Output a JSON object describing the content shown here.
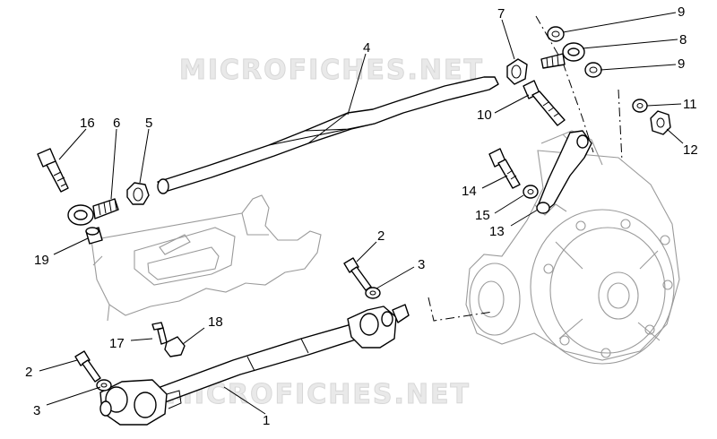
{
  "watermark": {
    "text_top": "MICROFICHES.NET",
    "text_bottom": "MICROFICHES.NET"
  },
  "callouts": [
    {
      "id": "c1",
      "label": "1"
    },
    {
      "id": "c2a",
      "label": "2"
    },
    {
      "id": "c2b",
      "label": "2"
    },
    {
      "id": "c3a",
      "label": "3"
    },
    {
      "id": "c3b",
      "label": "3"
    },
    {
      "id": "c4",
      "label": "4"
    },
    {
      "id": "c5",
      "label": "5"
    },
    {
      "id": "c6",
      "label": "6"
    },
    {
      "id": "c7",
      "label": "7"
    },
    {
      "id": "c8",
      "label": "8"
    },
    {
      "id": "c9a",
      "label": "9"
    },
    {
      "id": "c9b",
      "label": "9"
    },
    {
      "id": "c10",
      "label": "10"
    },
    {
      "id": "c11",
      "label": "11"
    },
    {
      "id": "c12",
      "label": "12"
    },
    {
      "id": "c13",
      "label": "13"
    },
    {
      "id": "c14",
      "label": "14"
    },
    {
      "id": "c15",
      "label": "15"
    },
    {
      "id": "c16",
      "label": "16"
    },
    {
      "id": "c17",
      "label": "17"
    },
    {
      "id": "c18",
      "label": "18"
    },
    {
      "id": "c19",
      "label": "19"
    }
  ]
}
